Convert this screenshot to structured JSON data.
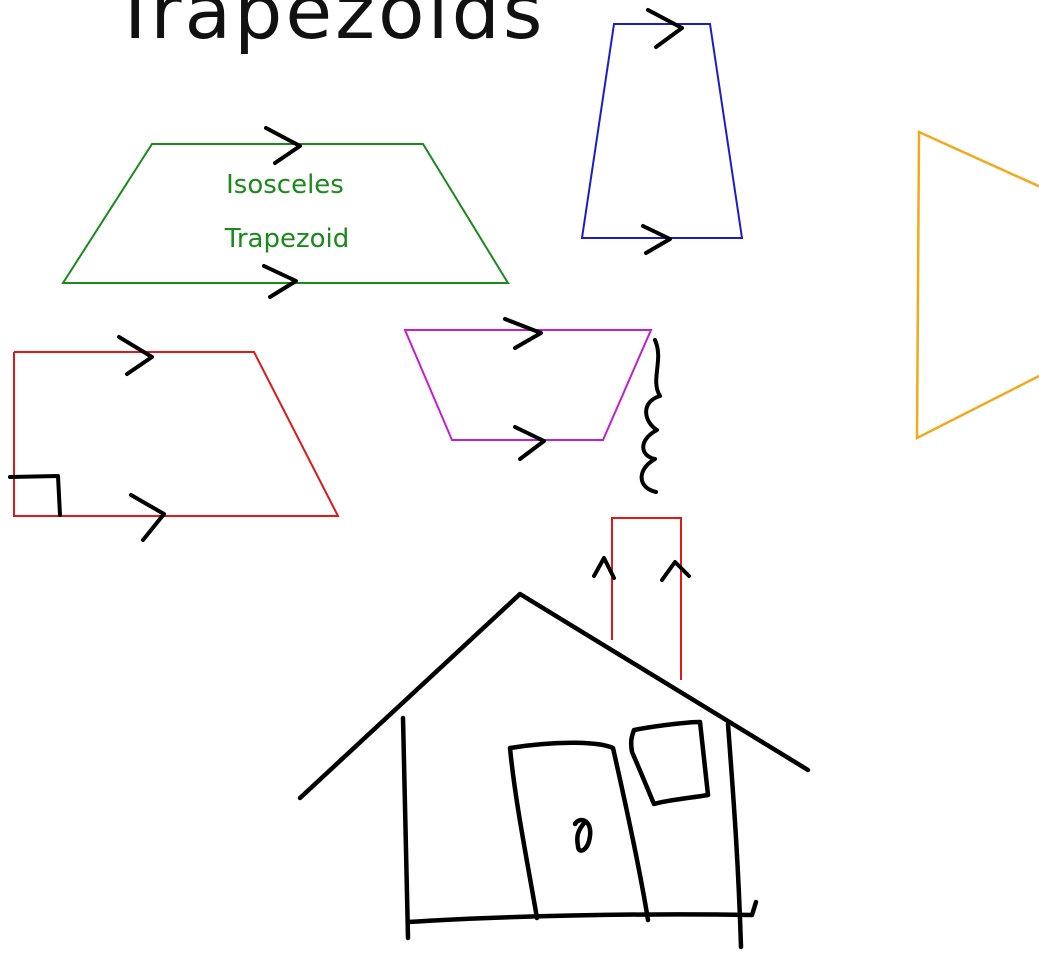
{
  "title": "Trapezoids",
  "labels": {
    "isosceles_line1": "Isosceles",
    "isosceles_line2": "Trapezoid"
  },
  "colors": {
    "ink": "#000000",
    "green": "#1a8a1a",
    "blue": "#1c1ccf",
    "red": "#e01818",
    "magenta": "#c21ed6",
    "orange": "#f2a91c"
  }
}
